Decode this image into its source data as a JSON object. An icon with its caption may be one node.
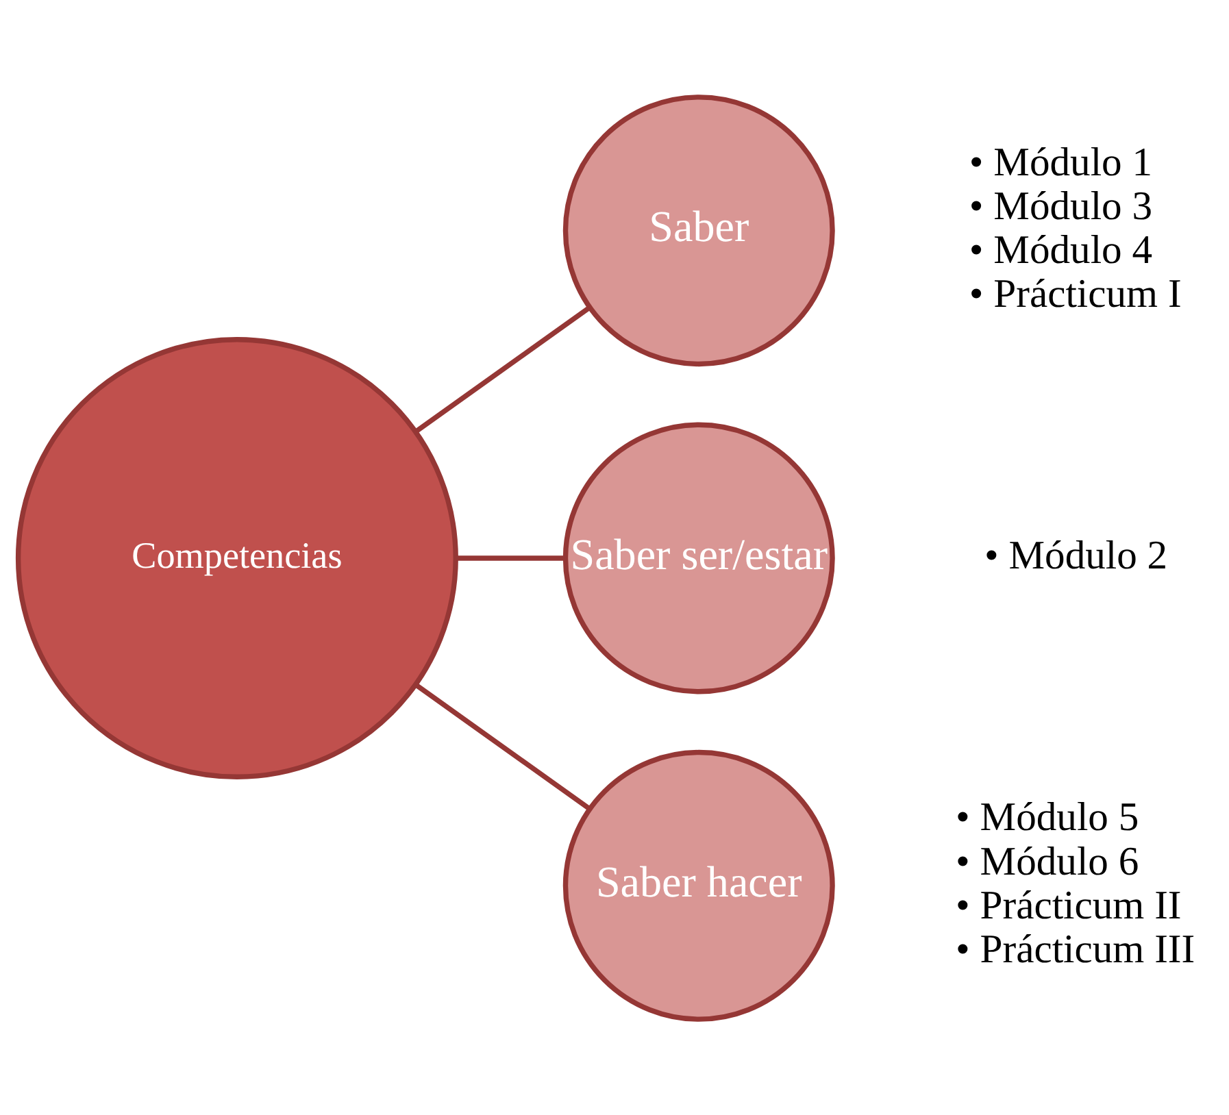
{
  "diagram": {
    "nodes": [
      {
        "text": [
          "Competencias"
        ]
      },
      {
        "text": [
          "Saber"
        ],
        "beside": [
          "• Módulo 1",
          "• Módulo 3",
          "• Módulo 4",
          "• Prácticum I"
        ]
      },
      {
        "text": [
          "Saber ser/estar"
        ],
        "beside": [
          "• Módulo 2"
        ]
      },
      {
        "text": [
          "Saber hacer"
        ],
        "beside": [
          "• Módulo 5",
          "• Módulo 6",
          "• Prácticum II",
          "• Prácticum III"
        ]
      }
    ],
    "edges": [
      {
        "from": 0,
        "to": 1,
        "arrow": "none"
      },
      {
        "from": 0,
        "to": 2,
        "arrow": "none"
      },
      {
        "from": 0,
        "to": 3,
        "arrow": "none"
      }
    ]
  }
}
